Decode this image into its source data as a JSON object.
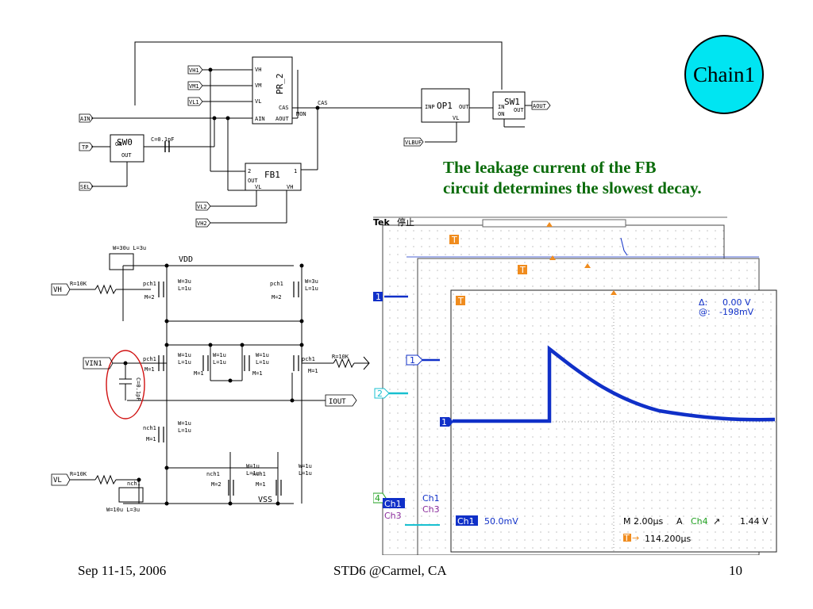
{
  "slide": {
    "badge": "Chain1",
    "note_line1": "The leakage current of the FB",
    "note_line2": "circuit determines the slowest decay.",
    "footer_left": "Sep 11-15, 2006",
    "footer_center": "STD6 @Carmel, CA",
    "footer_right": "10"
  },
  "block_schematic": {
    "pins": [
      "AIN",
      "TP",
      "SEL",
      "VH1",
      "VM1",
      "VL1",
      "VL2",
      "VH2",
      "VLBUF",
      "AOUT"
    ],
    "blocks": {
      "pr2": {
        "name": "PR_2",
        "ports": [
          "VH",
          "VM",
          "VL",
          "AIN",
          "CAS",
          "AOUT",
          "MON"
        ]
      },
      "sw0": {
        "name": "SW0",
        "ports": [
          "IN",
          "ON",
          "OUT"
        ]
      },
      "fb1": {
        "name": "FB1",
        "ports": [
          "2",
          "1",
          "OUT",
          "VL",
          "VH"
        ]
      },
      "op1": {
        "name": "OP1",
        "ports": [
          "INP",
          "OUT",
          "VL"
        ]
      },
      "sw1": {
        "name": "SW1",
        "ports": [
          "IN",
          "ON",
          "OUT"
        ]
      }
    },
    "cap_label": "C=0.1pF",
    "net_cas": "CAS"
  },
  "transistor_schematic": {
    "rails": {
      "vdd": "VDD",
      "vss": "VSS"
    },
    "pins": {
      "vh": "VH",
      "vin1": "VIN1",
      "iout": "IOUT",
      "vl": "VL"
    },
    "resistors": [
      "R=10K",
      "R=10K",
      "R=10K"
    ],
    "cap": "C=0.1pF",
    "device_labels": {
      "pbias": "W=30u L=3u",
      "pmos_top": "W=3u",
      "pmos_top_l": "L=1u",
      "pmos_mid": "W=1u",
      "pmos_mid_l": "L=1u",
      "nmos_w": "W=1u",
      "nmos_l": "L=1u",
      "nbias": "W=10u L=3u",
      "m1": "M=1",
      "m2": "M=2",
      "pch": "pch1",
      "nch": "nch1"
    }
  },
  "scope": {
    "brand": "Tek",
    "mode": "停止",
    "delta": "Δ:",
    "delta_value": "0.00 V",
    "at": "@:",
    "at_value": "-198mV",
    "ch1_tag": "Ch1",
    "ch1_scale": "50.0mV",
    "ch3_tag": "Ch3",
    "timebase": "M 2.00µs",
    "acq": "A",
    "trig_src": "Ch4",
    "trig_level": "1.44 V",
    "trig_pos": "114.200µs",
    "markers": [
      "1",
      "2",
      "4",
      "T"
    ],
    "colors": {
      "trace": "#1030c8",
      "ch2": "#18c0d0",
      "ch4": "#20a020",
      "ch3": "#8a2c9c",
      "orange": "#f08c1e"
    }
  }
}
